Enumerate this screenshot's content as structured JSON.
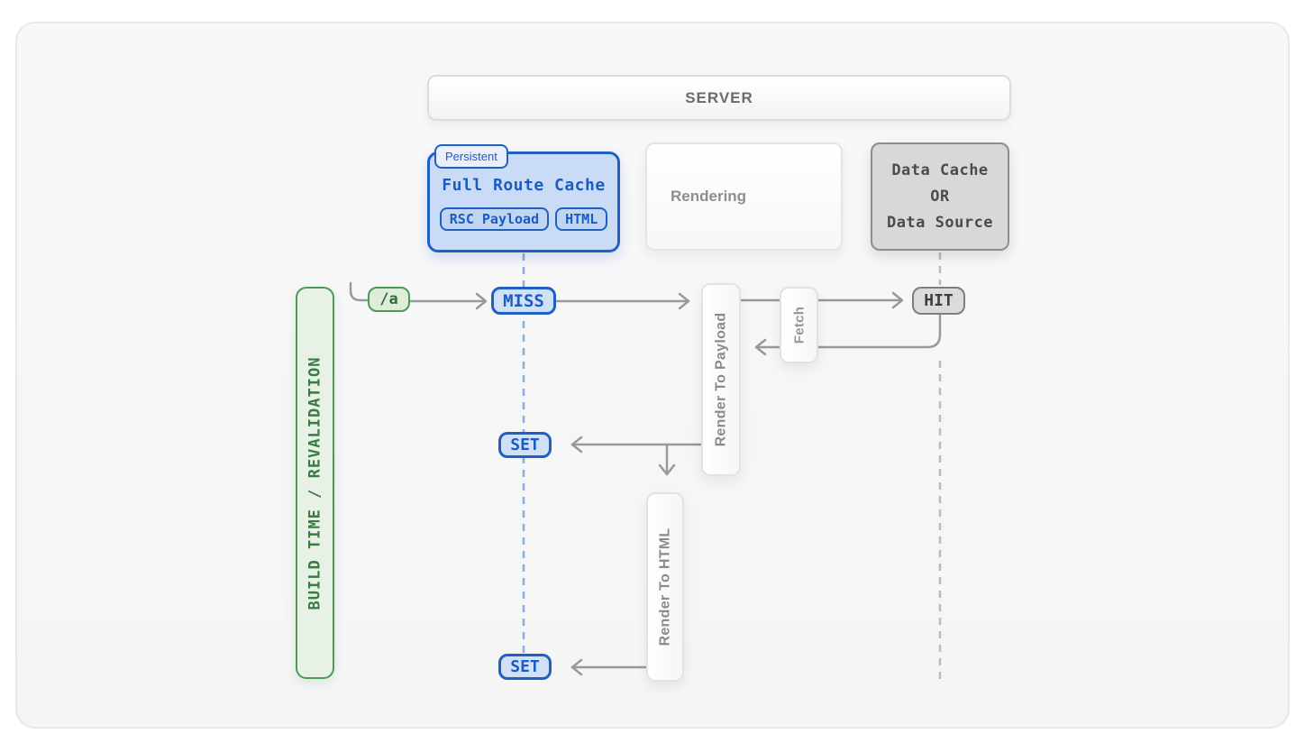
{
  "server": {
    "label": "SERVER"
  },
  "full_route_cache": {
    "tag": "Persistent",
    "title": "Full Route Cache",
    "badges": [
      "RSC Payload",
      "HTML"
    ]
  },
  "rendering": {
    "label": "Rendering"
  },
  "data_cache": {
    "line1": "Data Cache",
    "line2": "OR",
    "line3": "Data Source"
  },
  "build_bar": {
    "label": "BUILD TIME / REVALIDATION"
  },
  "flow": {
    "route": "/a",
    "miss": "MISS",
    "hit": "HIT",
    "set_payload": "SET",
    "set_html": "SET",
    "render_to_payload": "Render To Payload",
    "fetch": "Fetch",
    "render_to_html": "Render To HTML"
  },
  "colors": {
    "blue_border": "#2060c2",
    "blue_fill": "#cfe0f7",
    "blue_dashed_line": "#86aede",
    "green_border": "#4e9a54",
    "green_fill": "#e8f1e6",
    "gray_box_fill": "#d8d8d8",
    "gray_box_border": "#8d8d8d",
    "arrow_gray": "#999999",
    "gray_dashed_line": "#bbbbbb",
    "canvas_background": "#f7f7f8"
  }
}
